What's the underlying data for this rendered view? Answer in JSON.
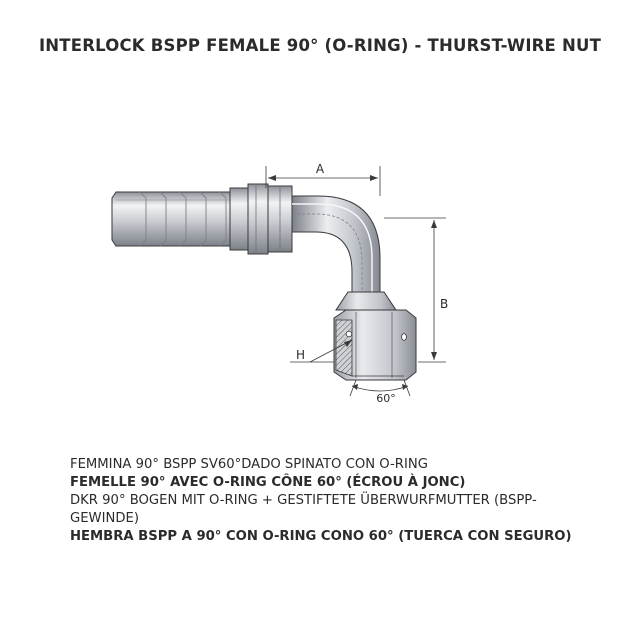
{
  "title": "INTERLOCK BSPP FEMALE 90° (O-RING) - THURST-WIRE NUT",
  "dimensions": {
    "a": "A",
    "b": "B",
    "h": "H",
    "angle": "60°"
  },
  "descriptions": [
    "FEMMINA 90° BSPP SV60°DADO SPINATO CON O-RING",
    "FEMELLE 90° AVEC O-RING CÔNE 60° (ÉCROU À JONC)",
    "DKR 90° BOGEN MIT O-RING + GESTIFTETE ÜBERWURFMUTTER (BSPP-GEWINDE)",
    "HEMBRA BSPP A 90° CON O-RING CONO 60° (TUERCA CON SEGURO)"
  ],
  "colors": {
    "text": "#2b2b2b",
    "metal_light": "#e4e6ea",
    "metal_mid": "#b5b9c0",
    "metal_dark": "#7c8088",
    "outline": "#3a3a3a"
  }
}
